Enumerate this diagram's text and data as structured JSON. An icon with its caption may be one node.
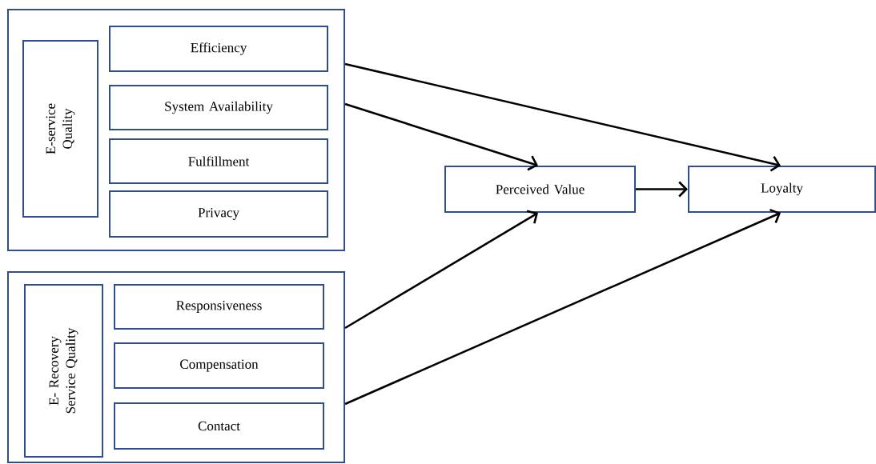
{
  "diagram": {
    "nodes": [
      {
        "text": [],
        "shape": "box"
      },
      {
        "text": [
          "E-service Quality"
        ],
        "in": 0
      },
      {
        "text": [
          "Efficiency"
        ],
        "in": 0
      },
      {
        "text": [
          "System Availability"
        ],
        "in": 0
      },
      {
        "text": [
          "Fulfillment"
        ],
        "in": 0
      },
      {
        "text": [
          "Privacy"
        ],
        "in": 0
      },
      {
        "text": [],
        "shape": "box"
      },
      {
        "text": [
          "E- Recovery Service Quality"
        ],
        "in": 6
      },
      {
        "text": [
          "Responsiveness"
        ],
        "in": 6
      },
      {
        "text": [
          "Compensation"
        ],
        "in": 6
      },
      {
        "text": [
          "Contact"
        ],
        "in": 6
      },
      {
        "text": [
          "Perceived Value"
        ]
      },
      {
        "text": [
          "Loyalty"
        ]
      }
    ],
    "edges": [
      {
        "from": 0,
        "to": 12,
        "arrow": "to"
      },
      {
        "from": 0,
        "to": 11,
        "arrow": "to"
      },
      {
        "from": 6,
        "to": 11,
        "arrow": "to"
      },
      {
        "from": 6,
        "to": 12,
        "arrow": "to"
      },
      {
        "from": 11,
        "to": 12,
        "arrow": "to"
      }
    ]
  }
}
